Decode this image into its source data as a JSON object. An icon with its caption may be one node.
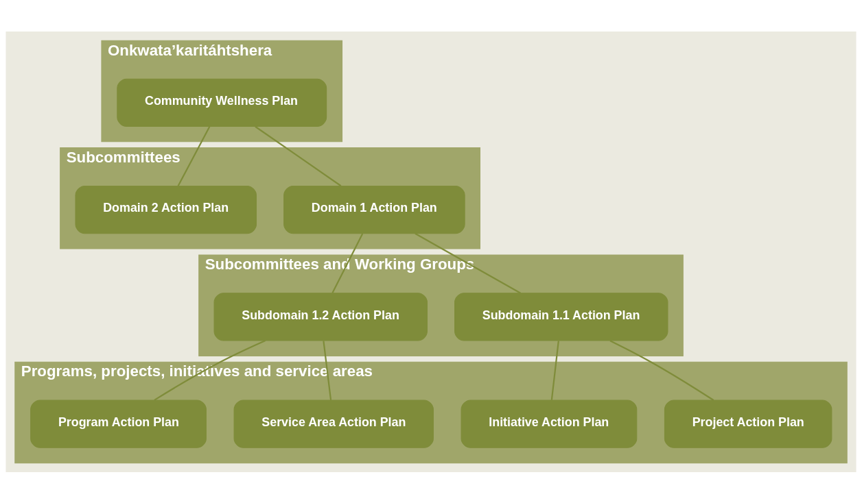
{
  "diagram": {
    "nodes": [
      {
        "text": [
          "Onkwata’karitáhtshera"
        ]
      },
      {
        "text": [
          "Community Wellness Plan"
        ],
        "in": 0
      },
      {
        "text": [
          "Subcommittees"
        ]
      },
      {
        "text": [
          "Domain 1 Action Plan"
        ],
        "in": 2
      },
      {
        "text": [
          "Domain 2 Action Plan"
        ],
        "in": 2
      },
      {
        "text": [
          "Subcommittees and Working Groups"
        ]
      },
      {
        "text": [
          "Subdomain 1.1 Action Plan"
        ],
        "in": 5
      },
      {
        "text": [
          "Subdomain 1.2 Action Plan"
        ],
        "in": 5
      },
      {
        "text": [
          "Programs, projects, initiatives and service areas"
        ]
      },
      {
        "text": [
          "Project Action Plan"
        ],
        "in": 8
      },
      {
        "text": [
          "Initiative Action Plan"
        ],
        "in": 8
      },
      {
        "text": [
          "Service Area Action Plan"
        ],
        "in": 8
      },
      {
        "text": [
          "Program Action Plan"
        ],
        "in": 8
      }
    ],
    "edges": [
      {
        "from": 1,
        "to": 3,
        "arrow": "none"
      },
      {
        "from": 1,
        "to": 4,
        "arrow": "none"
      },
      {
        "from": 3,
        "to": 6,
        "arrow": "none"
      },
      {
        "from": 3,
        "to": 7,
        "arrow": "none"
      },
      {
        "from": 6,
        "to": 9,
        "arrow": "none"
      },
      {
        "from": 6,
        "to": 10,
        "arrow": "none"
      },
      {
        "from": 7,
        "to": 11,
        "arrow": "none"
      },
      {
        "from": 7,
        "to": 12,
        "arrow": "none"
      }
    ]
  }
}
